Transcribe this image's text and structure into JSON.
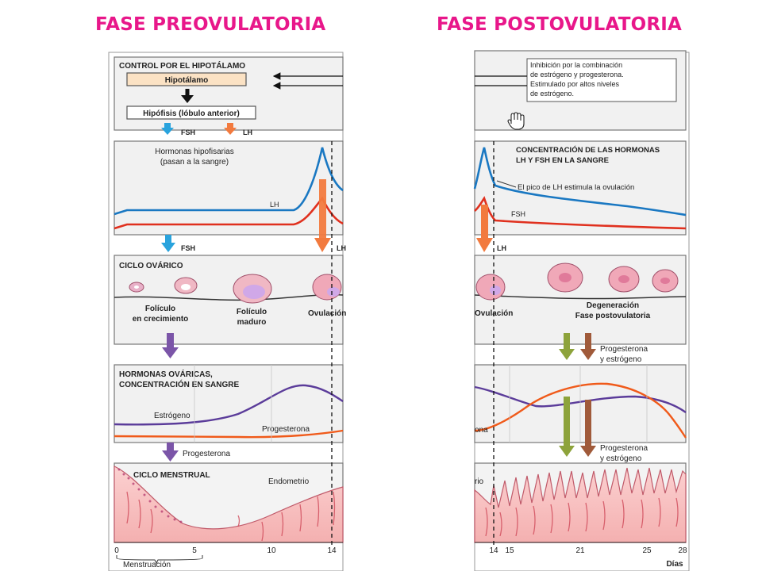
{
  "titles": {
    "pre": "FASE PREOVULATORIA",
    "post": "FASE POSTOVULATORIA"
  },
  "control": {
    "heading": "CONTROL POR EL HIPOTÁLAMO",
    "hypothalamus": "Hipotálamo",
    "pituitary": "Hipófisis (lóbulo anterior)",
    "fsh": "FSH",
    "lh": "LH",
    "inhibition": [
      "Inhibición por la combinación",
      "de estrógeno y progesterona.",
      "Estimulado por altos niveles",
      "de estrógeno."
    ]
  },
  "pituitary_hormones": {
    "label": [
      "Hormonas hipofisarias",
      "(pasan a la sangre)"
    ],
    "lh_label": "LH",
    "fsh_label": "FSH",
    "lh_short": "LH",
    "heading_right": [
      "CONCENTRACIÓN DE LAS HORMONAS",
      "LH Y FSH EN LA SANGRE"
    ],
    "peak_note": "El pico de LH estimula la ovulación",
    "fsh_right": "FSH",
    "below_fsh": "FSH",
    "below_lh_left": "LH",
    "below_lh_right": "LH"
  },
  "ovarian_cycle": {
    "heading": "CICLO OVÁRICO",
    "growing": [
      "Folículo",
      "en crecimiento"
    ],
    "mature": [
      "Folículo",
      "maduro"
    ],
    "ovulation_left": "Ovulación",
    "ovulation_right": "Ovulación",
    "degeneration": [
      "Degeneración",
      "Fase postovulatoria"
    ],
    "right_arrow_label": [
      "Progesterona",
      "y estrógeno"
    ]
  },
  "ovarian_hormones": {
    "heading": [
      "HORMONAS OVÁRICAS,",
      "CONCENTRACIÓN EN SANGRE"
    ],
    "estrogen": "Estrógeno",
    "progesterone": "Progesterona",
    "progesterone_right_fragment": "ona",
    "arrow_label_left": "Progesterona",
    "arrow_label_right": [
      "Progesterona",
      "y estrógeno"
    ]
  },
  "menstrual": {
    "heading": "CICLO MENSTRUAL",
    "endometrium": "Endometrio",
    "endometrium_right_fragment": "rio"
  },
  "days_axis": {
    "left_ticks": [
      "0",
      "5",
      "10",
      "14"
    ],
    "right_ticks": [
      "14",
      "15",
      "21",
      "25",
      "28"
    ],
    "menstruation": "Menstruación",
    "days_label": "Días"
  },
  "colors": {
    "title": "#e8178a",
    "lh": "#e0301e",
    "fsh": "#1a78c2",
    "estrogen": "#5b3c9a",
    "progesterone": "#f05a1a",
    "endometrium": "#f4b7b7",
    "panel": "#f1f1f1",
    "arrow_blue": "#29a3dd",
    "arrow_orange": "#f27a3e",
    "arrow_purple": "#7b55a8",
    "arrow_olive": "#8da33b",
    "arrow_brown": "#a05a3a"
  },
  "icons": {
    "cursor": "hand-cursor-icon"
  }
}
